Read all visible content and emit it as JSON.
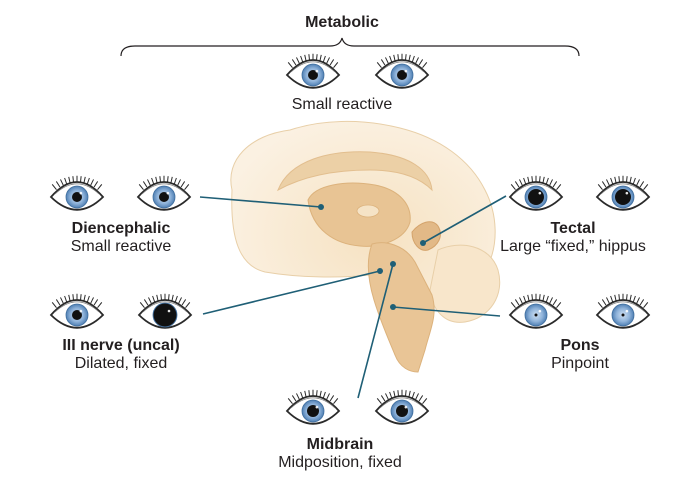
{
  "groups": {
    "metabolic": {
      "title": "Metabolic",
      "desc": "Small reactive"
    },
    "diencephalic": {
      "title": "Diencephalic",
      "desc": "Small reactive"
    },
    "tectal": {
      "title": "Tectal",
      "desc": "Large “fixed,” hippus"
    },
    "uncal": {
      "title": "III nerve (uncal)",
      "desc": "Dilated, fixed"
    },
    "pons": {
      "title": "Pons",
      "desc": "Pinpoint"
    },
    "midbrain": {
      "title": "Midbrain",
      "desc": "Midposition, fixed"
    }
  },
  "colors": {
    "iris": "#7fa8d4",
    "leader": "#1f5f76",
    "brain": "#f3dcb8",
    "brainstem": "#e9c596"
  }
}
